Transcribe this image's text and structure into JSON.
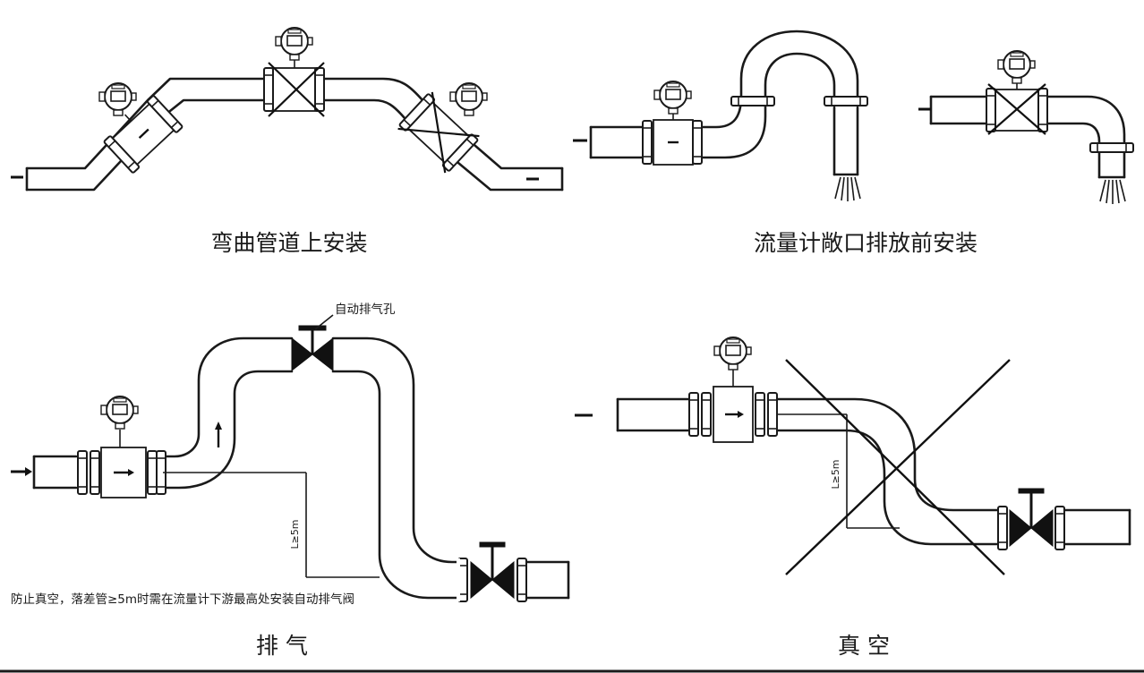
{
  "panels": {
    "bent_pipe": {
      "caption": "弯曲管道上安装"
    },
    "open_discharge": {
      "caption": "流量计敞口排放前安装"
    },
    "venting": {
      "caption": "排 气",
      "valve_label": "自动排气孔",
      "dimension": "L≥5m",
      "note": "防止真空，落差管≥5m时需在流量计下游最高处安装自动排气阀"
    },
    "vacuum": {
      "caption": "真 空",
      "dimension": "L≥5m"
    }
  }
}
